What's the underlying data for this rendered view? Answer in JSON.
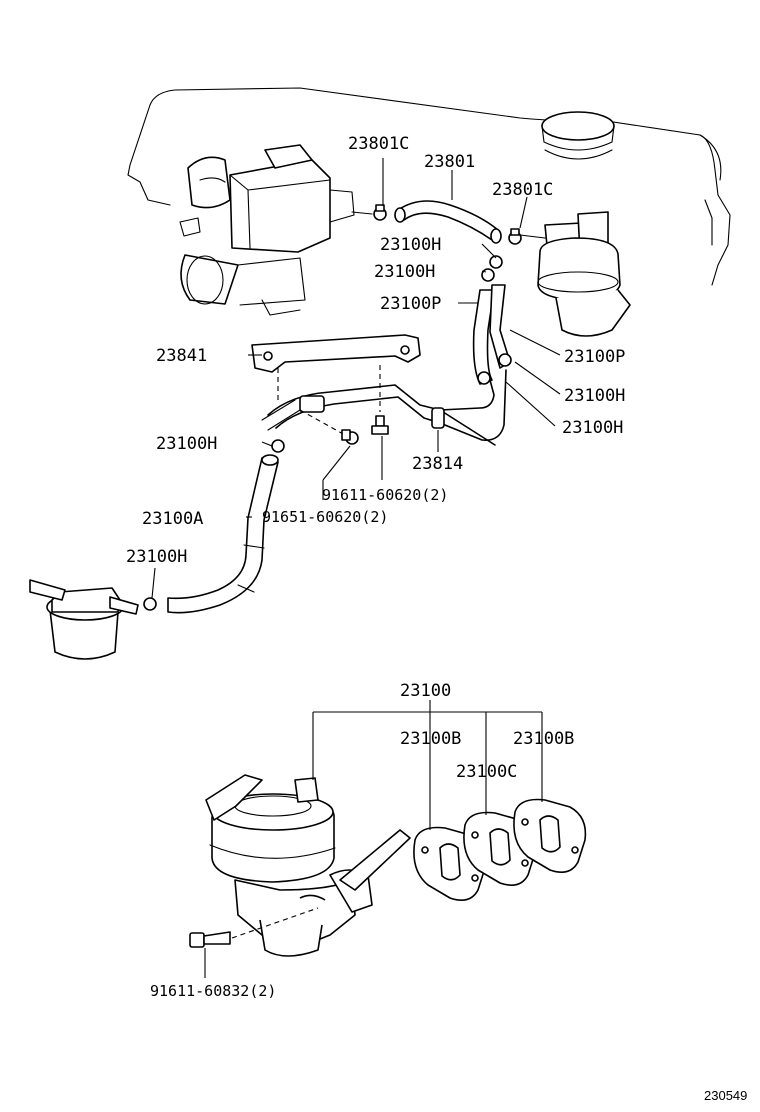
{
  "labels": {
    "p23801C_a": "23801C",
    "p23801": "23801",
    "p23801C_b": "23801C",
    "p23100H_1": "23100H",
    "p23100H_2": "23100H",
    "p23100P_1": "23100P",
    "p23841": "23841",
    "p23100P_2": "23100P",
    "p23100H_3": "23100H",
    "p23100H_4": "23100H",
    "p23100H_5": "23100H",
    "p23814": "23814",
    "p91611_60620": "91611-60620(2)",
    "p23100A": "23100A",
    "p91651_60620": "91651-60620(2)",
    "p23100H_6": "23100H",
    "p23100": "23100",
    "p23100B_1": "23100B",
    "p23100B_2": "23100B",
    "p23100C": "23100C",
    "p91611_60832": "91611-60832(2)"
  },
  "reference_number": "230549"
}
